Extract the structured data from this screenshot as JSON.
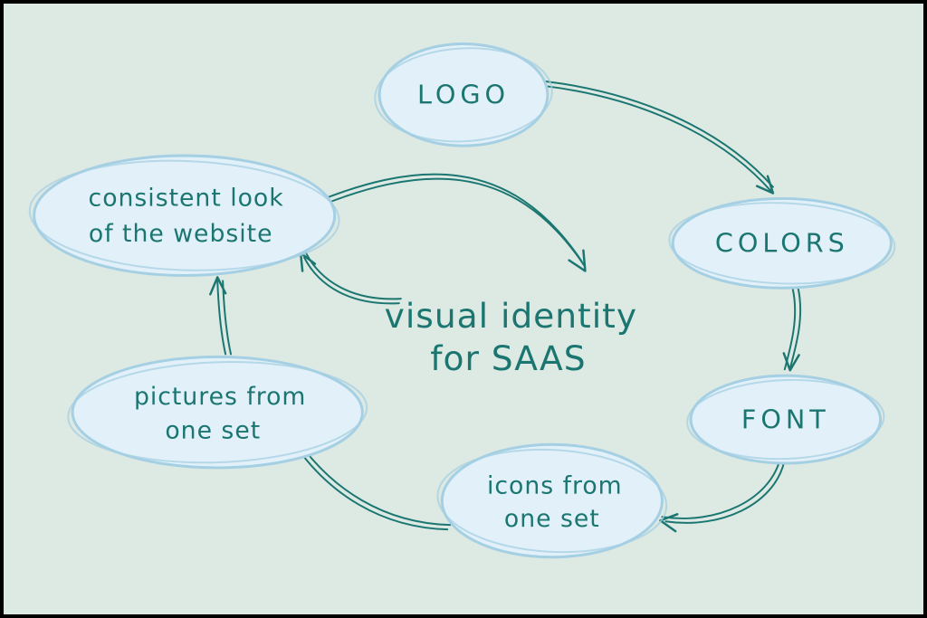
{
  "title": "visual identity for SAAS diagram",
  "colors": {
    "background": "#dde9e3",
    "ink": "#1b7671",
    "node_fill": "#e2f1f9",
    "node_stroke": "#a5cfe3",
    "border": "#000000"
  },
  "center": {
    "line1": "visual identity",
    "line2": "for SAAS"
  },
  "nodes": {
    "logo": {
      "label": "LOGO"
    },
    "colors": {
      "label": "COLORS"
    },
    "font": {
      "label": "FONT"
    },
    "icons": {
      "line1": "icons from",
      "line2": "one set"
    },
    "pictures": {
      "line1": "pictures from",
      "line2": "one set"
    },
    "consistent": {
      "line1": "consistent look",
      "line2": "of the website"
    }
  },
  "connections": [
    {
      "from": "logo",
      "to": "colors"
    },
    {
      "from": "colors",
      "to": "font"
    },
    {
      "from": "font",
      "to": "icons-from-one-set"
    },
    {
      "from": "icons-from-one-set",
      "to": "pictures-from-one-set"
    },
    {
      "from": "pictures-from-one-set",
      "to": "consistent-look"
    },
    {
      "from": "consistent-look",
      "to": "visual-identity"
    },
    {
      "from": "visual-identity",
      "to": "consistent-look"
    }
  ]
}
